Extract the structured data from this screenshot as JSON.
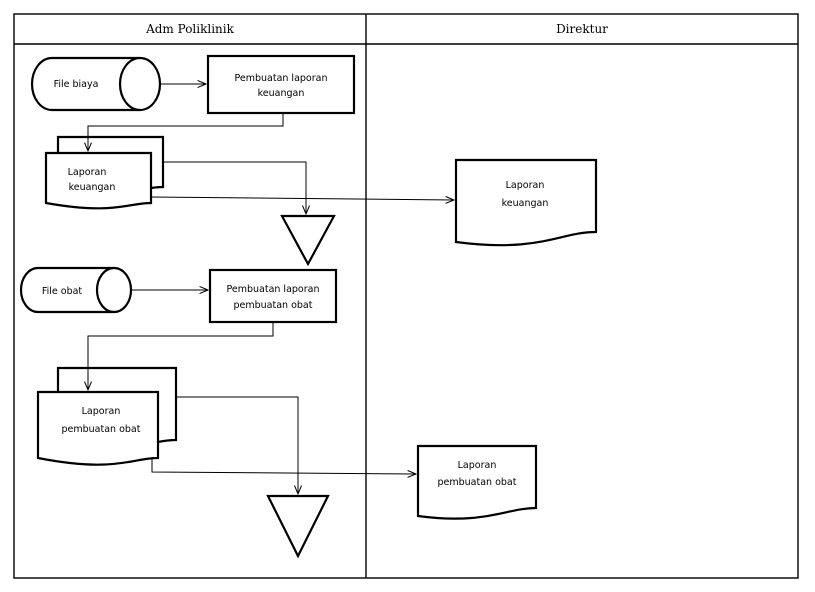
{
  "lanes": {
    "left_title": "Adm Poliklinik",
    "right_title": "Direktur"
  },
  "nodes": {
    "file_biaya": "File biaya",
    "proc1_line1": "Pembuatan laporan",
    "proc1_line2": "keuangan",
    "doc_keu_line1": "Laporan",
    "doc_keu_line2": "keuangan",
    "file_obat": "File obat",
    "proc2_line1": "Pembuatan laporan",
    "proc2_line2": "pembuatan obat",
    "doc_obat_line1": "Laporan",
    "doc_obat_line2": "pembuatan obat",
    "dir_keu_line1": "Laporan",
    "dir_keu_line2": "keuangan",
    "dir_obat_line1": "Laporan",
    "dir_obat_line2": "pembuatan obat"
  }
}
